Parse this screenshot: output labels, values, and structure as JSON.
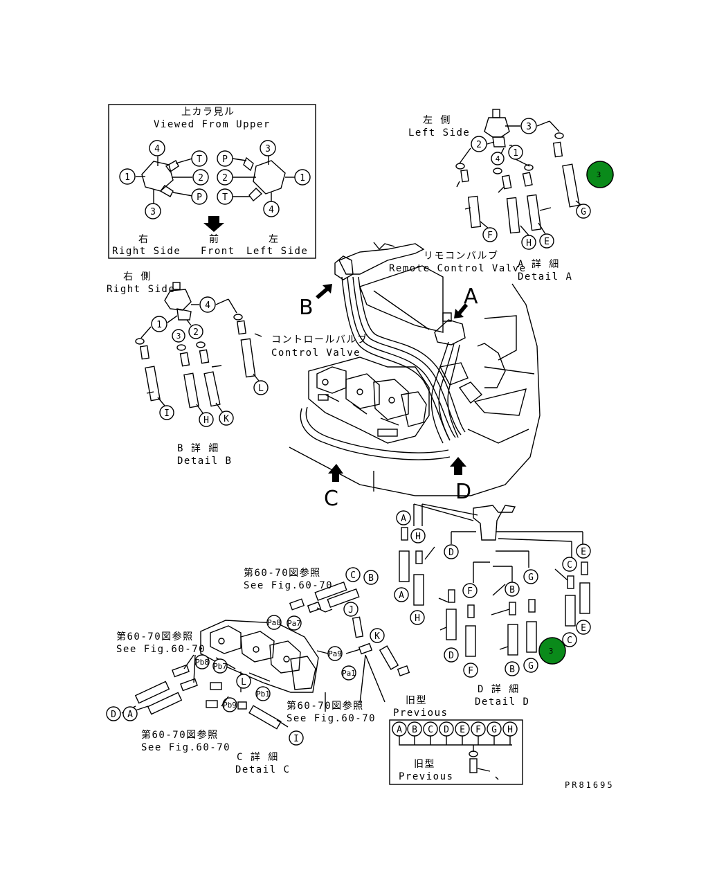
{
  "legend_box": {
    "title_jp": "上カラ見ル",
    "title_en": "Viewed From Upper",
    "right_jp": "右",
    "right_en": "Right Side",
    "front_jp": "前",
    "front_en": "Front",
    "left_jp": "左",
    "left_en": "Left Side",
    "left_valve_labels": [
      "4",
      "T",
      "1",
      "2",
      "3",
      "P"
    ],
    "right_valve_labels": [
      "3",
      "P",
      "2",
      "1",
      "T",
      "4"
    ]
  },
  "detail_a": {
    "side_jp": "左 側",
    "side_en": "Left Side",
    "title_jp": "A 詳 細",
    "title_en": "Detail A",
    "port_labels": [
      "3",
      "2",
      "4",
      "1"
    ],
    "hose_labels": [
      "F",
      "H",
      "E",
      "G"
    ],
    "marker": "3",
    "marker_color": "#0a8a1a"
  },
  "detail_b": {
    "side_jp": "右 側",
    "side_en": "Right Side",
    "title_jp": "B 詳 細",
    "title_en": "Detail B",
    "port_labels": [
      "4",
      "1",
      "3",
      "2"
    ],
    "hose_labels": [
      "I",
      "H",
      "K",
      "L"
    ]
  },
  "main_view": {
    "remote_valve_jp": "リモコンバルブ",
    "remote_valve_en": "Remote Control Valve",
    "control_valve_jp": "コントロールバルブ",
    "control_valve_en": "Control Valve",
    "view_letters": [
      "A",
      "B",
      "C",
      "D"
    ]
  },
  "detail_c": {
    "ref1_jp": "第60-70図参照",
    "ref1_en": "See Fig.60-70",
    "ref2_jp": "第60-70図参照",
    "ref2_en": "See Fig.60-70",
    "ref3_jp": "第60-70図参照",
    "ref3_en": "See Fig.60-70",
    "ref4_jp": "第60-70図参照",
    "ref4_en": "See Fig.60-70",
    "title_jp": "C 詳 細",
    "title_en": "Detail C",
    "port_labels": [
      "Pa8",
      "Pa7",
      "Pb8",
      "Pb7",
      "Pa9",
      "Pa1",
      "Pb9",
      "Pb1"
    ],
    "hose_labels": [
      "C",
      "B",
      "J",
      "K",
      "L",
      "D",
      "A",
      "I"
    ]
  },
  "detail_d": {
    "title_jp": "D 詳 細",
    "title_en": "Detail D",
    "top_labels": [
      "A",
      "H",
      "D",
      "F",
      "B",
      "G",
      "C",
      "E"
    ],
    "bottom_labels": [
      "A",
      "H",
      "D",
      "F",
      "B",
      "G",
      "C",
      "E"
    ],
    "marker": "3",
    "marker_color": "#0a8a1a"
  },
  "previous_box": {
    "title_jp": "旧型",
    "title_en": "Previous",
    "letters": [
      "A",
      "B",
      "C",
      "D",
      "E",
      "F",
      "G",
      "H"
    ],
    "sub_jp": "旧型",
    "sub_en": "Previous"
  },
  "drawing_number": "PR81695"
}
